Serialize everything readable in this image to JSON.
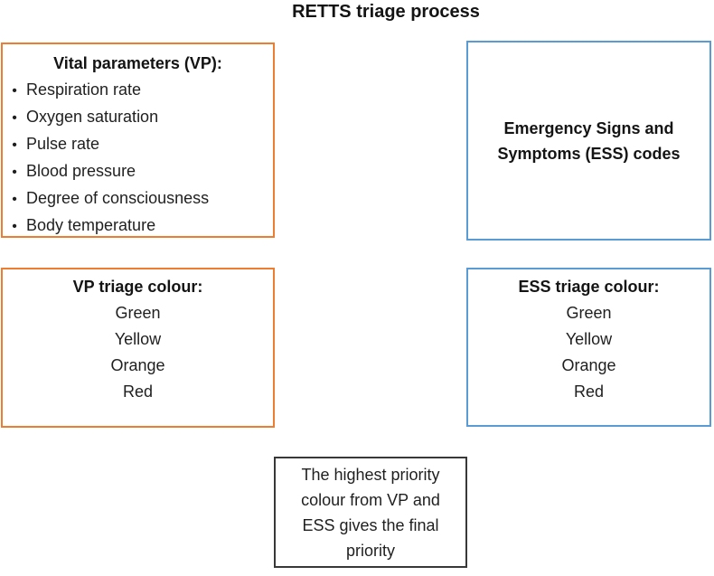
{
  "title": "RETTS triage process",
  "colors": {
    "orange_border": "#ED7D31",
    "blue_border": "#5B9BD5",
    "dark_border": "#383838",
    "text": "#1F1F1F"
  },
  "vp_box": {
    "heading": "Vital parameters (VP):",
    "bullet_glyph": "•",
    "items": [
      "Respiration rate",
      "Oxygen saturation",
      "Pulse rate",
      "Blood pressure",
      "Degree of consciousness",
      "Body temperature"
    ]
  },
  "ess_box": {
    "line1": "Emergency Signs and",
    "line2": "Symptoms (ESS) codes"
  },
  "vp_colour_box": {
    "heading": "VP triage colour:",
    "colours": [
      "Green",
      "Yellow",
      "Orange",
      "Red"
    ]
  },
  "ess_colour_box": {
    "heading": "ESS triage colour:",
    "colours": [
      "Green",
      "Yellow",
      "Orange",
      "Red"
    ]
  },
  "final_box": {
    "lines": [
      "The highest priority",
      "colour from VP and",
      "ESS gives the final",
      "priority"
    ]
  }
}
